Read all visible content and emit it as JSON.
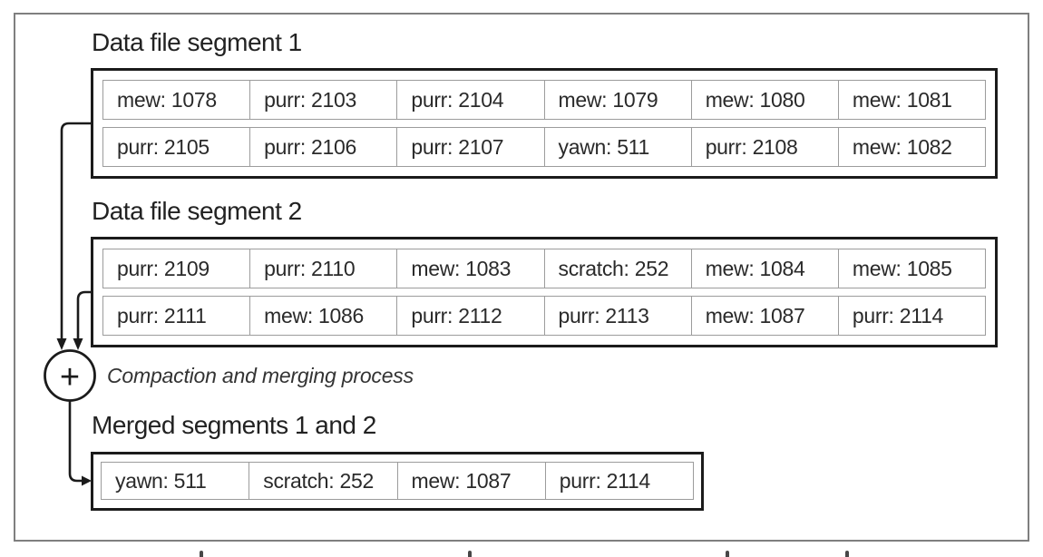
{
  "figure": {
    "segments": [
      {
        "title": "Data file segment 1",
        "rows": [
          [
            "mew: 1078",
            "purr: 2103",
            "purr: 2104",
            "mew: 1079",
            "mew: 1080",
            "mew: 1081"
          ],
          [
            "purr: 2105",
            "purr: 2106",
            "purr: 2107",
            "yawn: 511",
            "purr: 2108",
            "mew: 1082"
          ]
        ]
      },
      {
        "title": "Data file segment 2",
        "rows": [
          [
            "purr: 2109",
            "purr: 2110",
            "mew: 1083",
            "scratch: 252",
            "mew: 1084",
            "mew: 1085"
          ],
          [
            "purr: 2111",
            "mew: 1086",
            "purr: 2112",
            "purr: 2113",
            "mew: 1087",
            "purr: 2114"
          ]
        ]
      }
    ],
    "merge_operator": "+",
    "merge_label": "Compaction and merging process",
    "merged": {
      "title": "Merged segments 1 and 2",
      "rows": [
        [
          "yawn: 511",
          "scratch: 252",
          "mew: 1087",
          "purr: 2114"
        ]
      ]
    },
    "colors": {
      "box_border": "#1b1b1b",
      "cell_border": "#9c9c9c",
      "frame_border": "#7f7f7f",
      "text": "#2a2a2a"
    }
  }
}
